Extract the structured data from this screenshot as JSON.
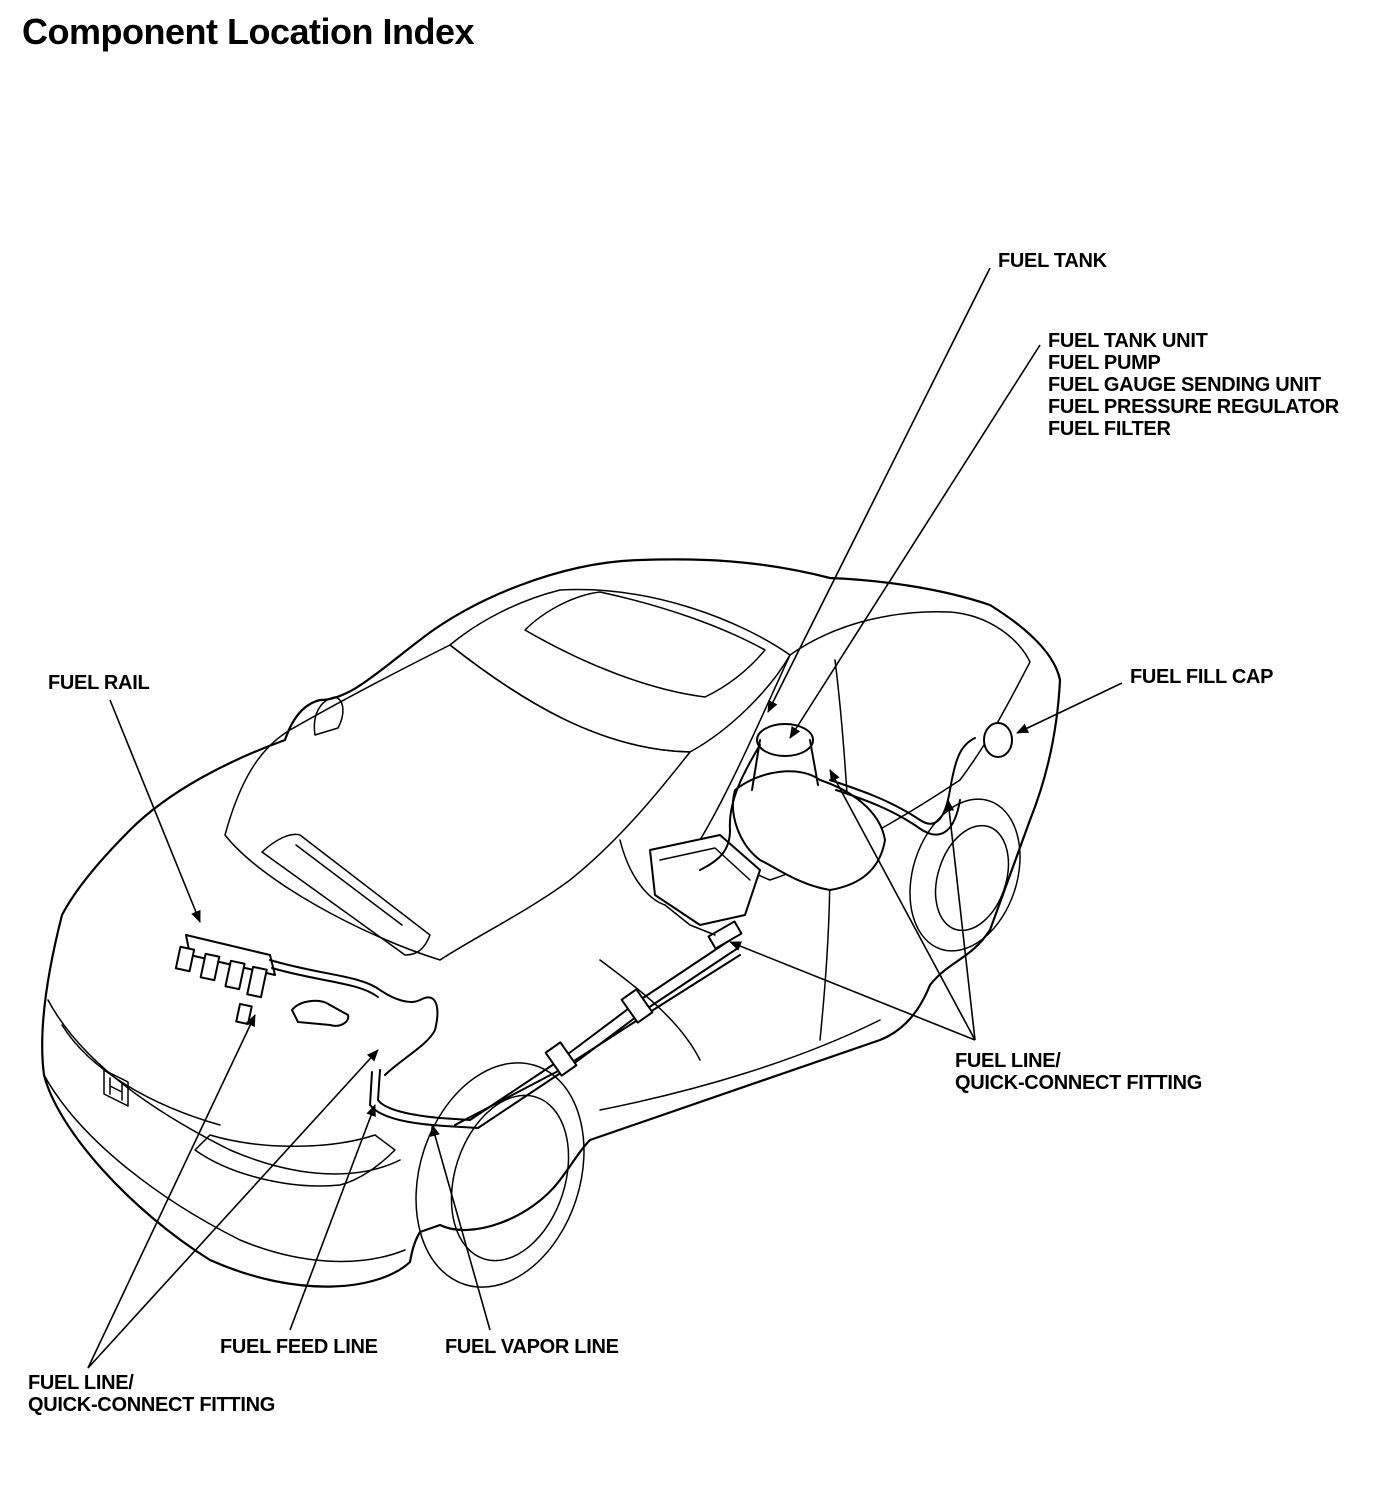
{
  "title": "Component Location Index",
  "labels": {
    "fuel_tank": "FUEL TANK",
    "fuel_tank_unit": {
      "line1": "FUEL TANK UNIT",
      "line2": "FUEL PUMP",
      "line3": "FUEL GAUGE SENDING UNIT",
      "line4": "FUEL PRESSURE REGULATOR",
      "line5": "FUEL FILTER"
    },
    "fuel_rail": "FUEL RAIL",
    "fuel_fill_cap": "FUEL FILL CAP",
    "fuel_line_rear": {
      "line1": "FUEL LINE/",
      "line2": "QUICK-CONNECT FITTING"
    },
    "fuel_feed_line": "FUEL FEED LINE",
    "fuel_vapor_line": "FUEL VAPOR LINE",
    "fuel_line_front": {
      "line1": "FUEL LINE/",
      "line2": "QUICK-CONNECT FITTING"
    }
  },
  "icons": {
    "manufacturer_emblem": "h-emblem-icon",
    "leader_arrow": "arrow-pointer-icon"
  },
  "colors": {
    "ink": "#000000",
    "paper": "#ffffff"
  }
}
